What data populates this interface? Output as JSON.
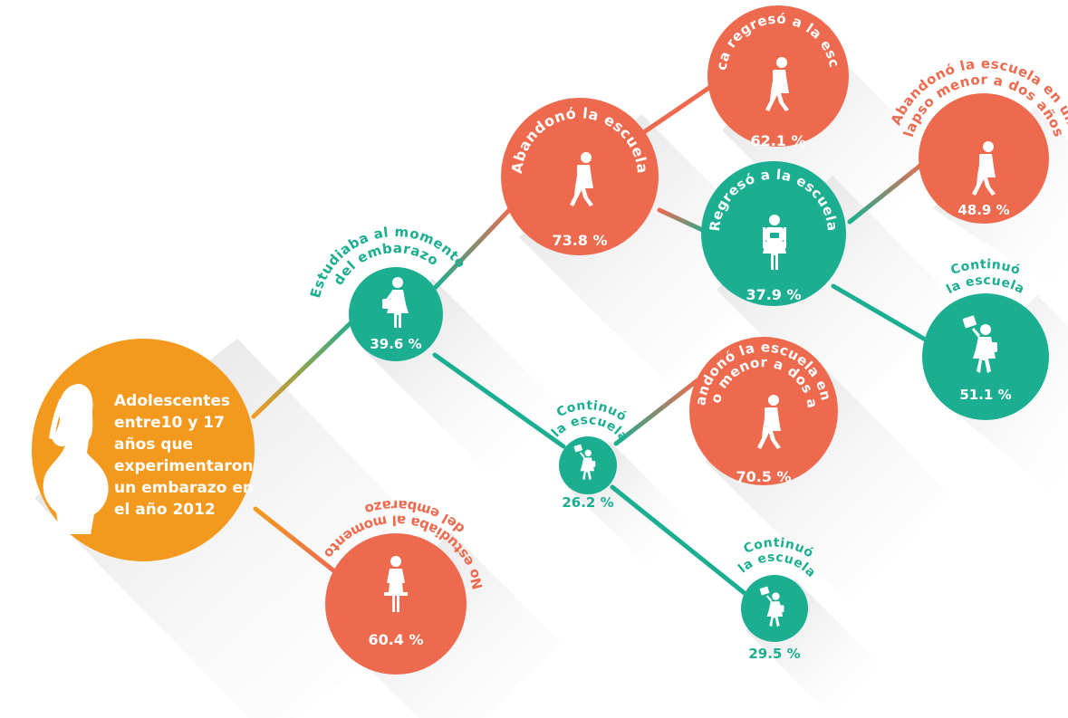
{
  "colors": {
    "orange": "#F39A1E",
    "coral": "#EE6A4F",
    "teal": "#1BAE91",
    "shadow": "#dedede",
    "white": "#ffffff"
  },
  "root": {
    "lines": [
      "Adolescentes",
      "entre10 y 17",
      "años que",
      "experimentaron",
      "un embarazo en",
      "el año 2012"
    ],
    "icon": "pregnant-woman-silhouette"
  },
  "nodes": {
    "estudiaba": {
      "label": [
        "Estudiaba al momento",
        "del embarazo"
      ],
      "value": "39.6 %",
      "icon": "schoolgirl-with-bag"
    },
    "no_estudiaba": {
      "label": [
        "No estudiaba al momento",
        "del embarazo"
      ],
      "value": "60.4 %",
      "icon": "woman-standing"
    },
    "abandono": {
      "label": [
        "Abandonó la escuela"
      ],
      "value": "73.8 %",
      "icon": "student-walking-away"
    },
    "continuo_1": {
      "label": [
        "Continuó",
        "la escuela"
      ],
      "value": "26.2 %",
      "icon": "student-with-book"
    },
    "nunca_regreso": {
      "label": [
        "Nunca regresó a la escuela"
      ],
      "value": "62.1 %",
      "icon": "student-walking-away"
    },
    "regreso": {
      "label": [
        "Regresó a la escuela"
      ],
      "value": "37.9 %",
      "icon": "student-with-backpack"
    },
    "abandono_lapso_1": {
      "label": [
        "Abandonó la escuela en un",
        "lapso menor a dos años"
      ],
      "value": "48.9 %",
      "icon": "student-walking-away"
    },
    "continuo_2": {
      "label": [
        "Continuó",
        "la escuela"
      ],
      "value": "51.1 %",
      "icon": "student-with-book"
    },
    "abandono_lapso_2": {
      "label": [
        "Abandonó la escuela en un",
        "lapso menor a dos años"
      ],
      "value": "70.5 %",
      "icon": "student-walking-away"
    },
    "continuo_3": {
      "label": [
        "Continuó",
        "la escuela"
      ],
      "value": "29.5 %",
      "icon": "student-with-book"
    }
  }
}
